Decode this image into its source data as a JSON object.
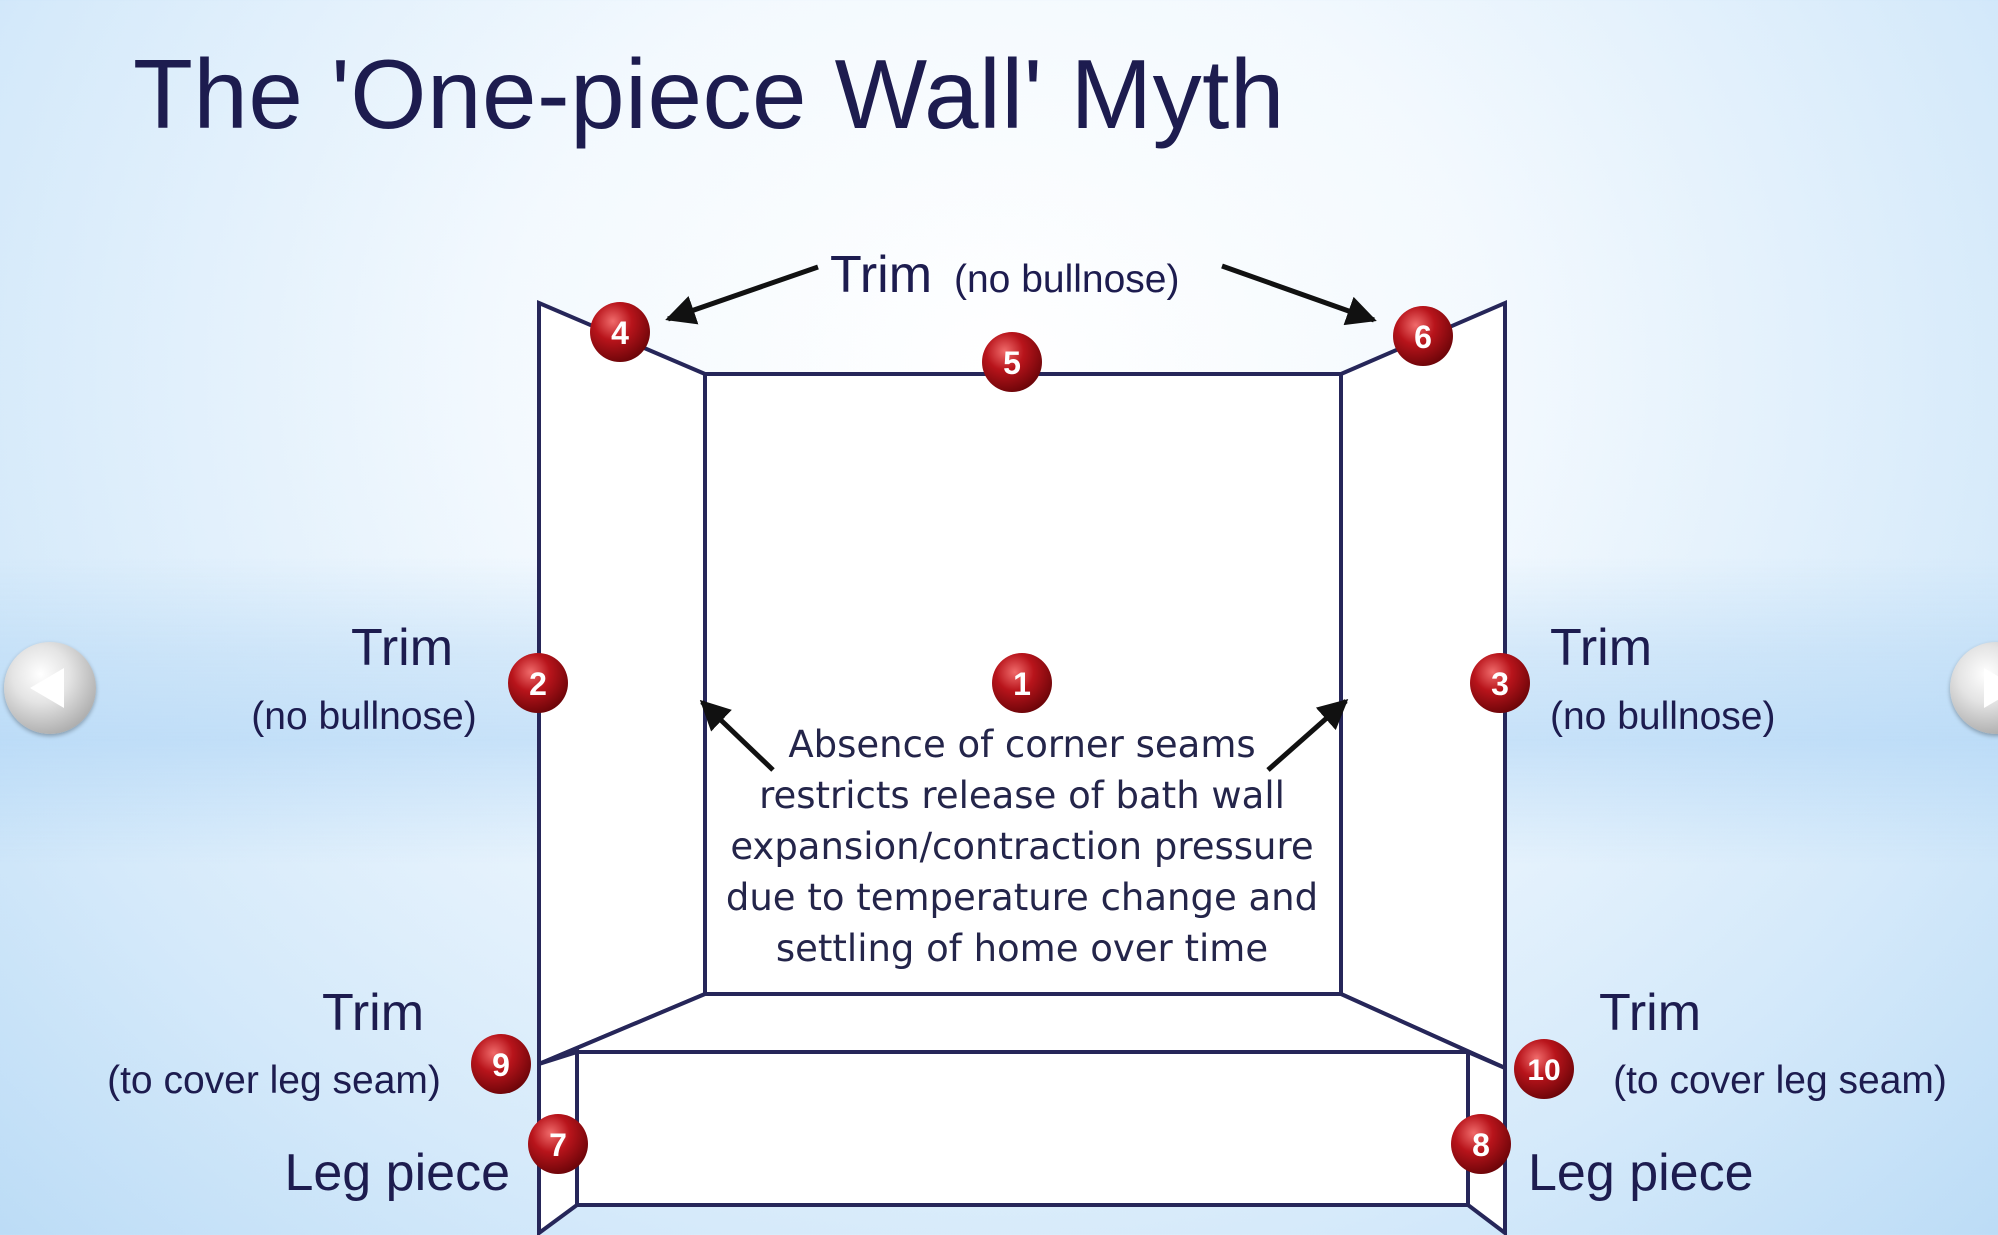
{
  "title": "The 'One-piece Wall' Myth",
  "labels": {
    "top_trim_main": "Trim",
    "top_trim_sub": "(no bullnose)",
    "left_trim_main": "Trim",
    "left_trim_sub": "(no bullnose)",
    "right_trim_main": "Trim",
    "right_trim_sub": "(no bullnose)",
    "left_leg_trim_main": "Trim",
    "left_leg_trim_sub": "(to cover leg seam)",
    "right_leg_trim_main": "Trim",
    "right_leg_trim_sub": "(to cover leg seam)",
    "left_leg_piece": "Leg piece",
    "right_leg_piece": "Leg piece"
  },
  "note_lines": [
    "Absence of corner seams",
    "restricts release of bath wall",
    "expansion/contraction pressure",
    "due to temperature change and",
    "settling of home over time"
  ],
  "markers": [
    "1",
    "2",
    "3",
    "4",
    "5",
    "6",
    "7",
    "8",
    "9",
    "10"
  ],
  "colors": {
    "title": "#1d1c4f",
    "outline": "#262659",
    "marker": "#a40e14",
    "background_edge": "#bcdcf6"
  }
}
